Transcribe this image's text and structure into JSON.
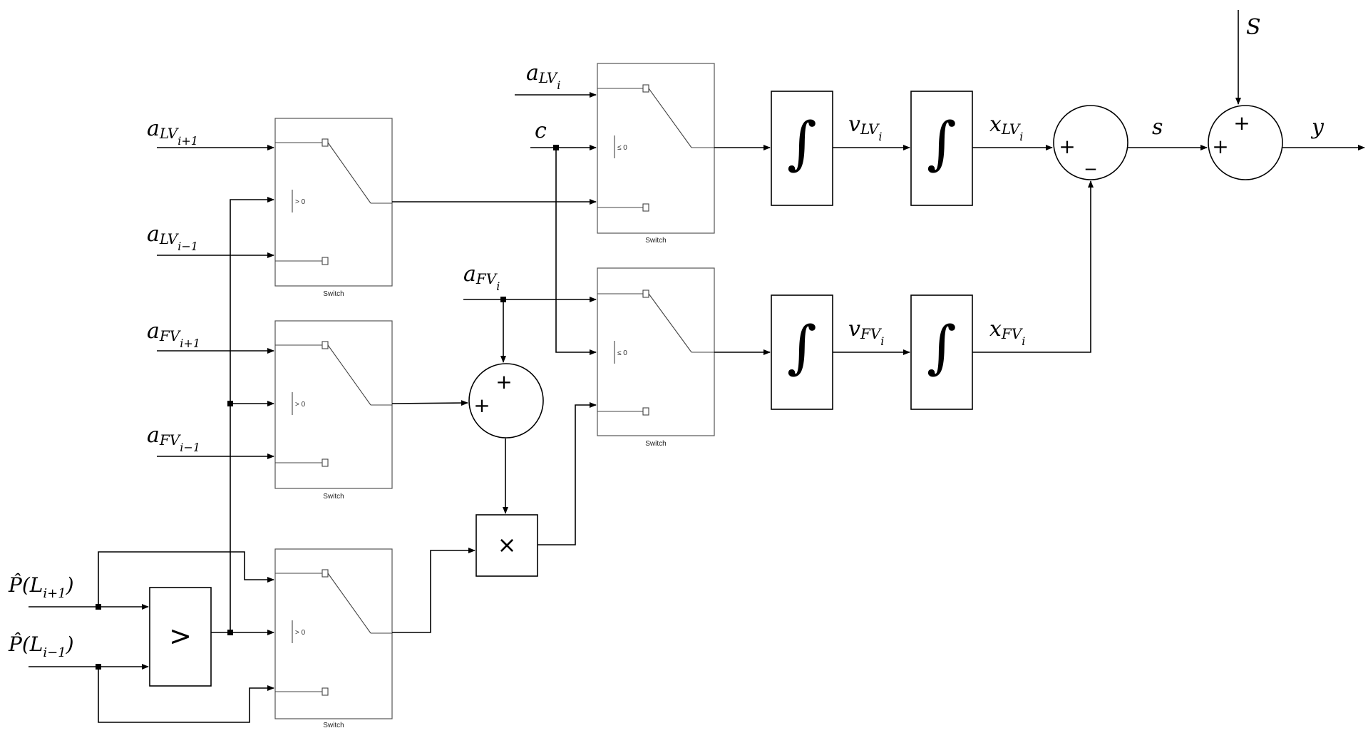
{
  "inputs": {
    "a_lv_ip1": {
      "base": "a",
      "sub": "LV",
      "subsub": "i+1"
    },
    "a_lv_im1": {
      "base": "a",
      "sub": "LV",
      "subsub": "i−1"
    },
    "a_fv_ip1": {
      "base": "a",
      "sub": "FV",
      "subsub": "i+1"
    },
    "a_fv_im1": {
      "base": "a",
      "sub": "FV",
      "subsub": "i−1"
    },
    "a_lv_i": {
      "base": "a",
      "sub": "LV",
      "subsub": "i"
    },
    "a_fv_i": {
      "base": "a",
      "sub": "FV",
      "subsub": "i"
    },
    "c": "c",
    "p_ip1": {
      "hat": "P̂",
      "open": "(L",
      "sub": "i+1",
      "close": ")"
    },
    "p_im1": {
      "hat": "P̂",
      "open": "(L",
      "sub": "i−1",
      "close": ")"
    },
    "S": "S"
  },
  "switch_caption": "Switch",
  "thresholds": {
    "gt0": "> 0",
    "le0": "≤ 0"
  },
  "signals": {
    "v_lv": {
      "base": "v",
      "sub": "LV",
      "subsub": "i"
    },
    "v_fv": {
      "base": "v",
      "sub": "FV",
      "subsub": "i"
    },
    "x_lv": {
      "base": "x",
      "sub": "LV",
      "subsub": "i"
    },
    "x_fv": {
      "base": "x",
      "sub": "FV",
      "subsub": "i"
    },
    "s": "s",
    "y": "y"
  },
  "ops": {
    "plus": "+",
    "minus": "_",
    "times": "×",
    "greater": ">",
    "integral": "∫"
  }
}
